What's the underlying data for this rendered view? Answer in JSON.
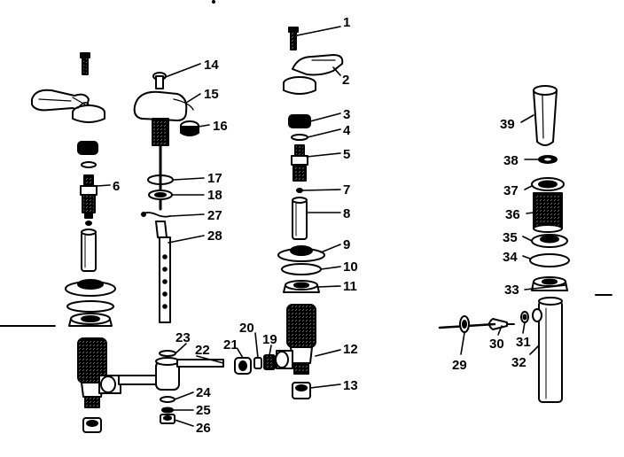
{
  "diagram": {
    "line_color": "#000000",
    "background": "#ffffff",
    "parts": [
      {
        "id": "1",
        "label": "1"
      },
      {
        "id": "2",
        "label": "2"
      },
      {
        "id": "3",
        "label": "3"
      },
      {
        "id": "4",
        "label": "4"
      },
      {
        "id": "5",
        "label": "5"
      },
      {
        "id": "6",
        "label": "6"
      },
      {
        "id": "7",
        "label": "7"
      },
      {
        "id": "8",
        "label": "8"
      },
      {
        "id": "9",
        "label": "9"
      },
      {
        "id": "10",
        "label": "10"
      },
      {
        "id": "11",
        "label": "11"
      },
      {
        "id": "12",
        "label": "12"
      },
      {
        "id": "13",
        "label": "13"
      },
      {
        "id": "14",
        "label": "14"
      },
      {
        "id": "15",
        "label": "15"
      },
      {
        "id": "16",
        "label": "16"
      },
      {
        "id": "17",
        "label": "17"
      },
      {
        "id": "18",
        "label": "18"
      },
      {
        "id": "19",
        "label": "19"
      },
      {
        "id": "20",
        "label": "20"
      },
      {
        "id": "21",
        "label": "21"
      },
      {
        "id": "22",
        "label": "22"
      },
      {
        "id": "23",
        "label": "23"
      },
      {
        "id": "24",
        "label": "24"
      },
      {
        "id": "25",
        "label": "25"
      },
      {
        "id": "26",
        "label": "26"
      },
      {
        "id": "27",
        "label": "27"
      },
      {
        "id": "28",
        "label": "28"
      },
      {
        "id": "29",
        "label": "29"
      },
      {
        "id": "30",
        "label": "30"
      },
      {
        "id": "31",
        "label": "31"
      },
      {
        "id": "32",
        "label": "32"
      },
      {
        "id": "33",
        "label": "33"
      },
      {
        "id": "34",
        "label": "34"
      },
      {
        "id": "35",
        "label": "35"
      },
      {
        "id": "36",
        "label": "36"
      },
      {
        "id": "37",
        "label": "37"
      },
      {
        "id": "38",
        "label": "38"
      },
      {
        "id": "39",
        "label": "39"
      }
    ]
  }
}
